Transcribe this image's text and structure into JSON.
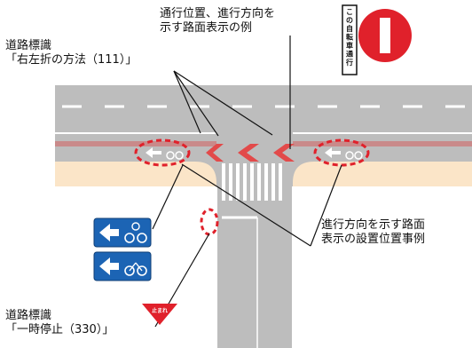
{
  "labels": {
    "road_sign_turn": {
      "line1": "道路標識",
      "line2": "「右左折の方法（111）」"
    },
    "pavement_example": {
      "line1": "通行位置、進行方向を",
      "line2": "示す路面表示の例"
    },
    "placement_example": {
      "line1": "進行方向を示す路面",
      "line2": "表示の設置位置事例"
    },
    "road_sign_stop": {
      "line1": "道路標識",
      "line2": "「一時停止（330）」"
    }
  },
  "signs": {
    "vertical_sign_text": "この自転車通行",
    "stop_sign_text": "止まれ",
    "colors": {
      "no_entry_red": "#e0212b",
      "blue_sign": "#1c64b4",
      "stop_red": "#e0212b"
    }
  },
  "colors": {
    "road": "#bdbdbd",
    "sidewalk": "#fbe5c8",
    "bike_lane": "#c98a8a",
    "marking_red": "#e24a4a",
    "highlight_red": "#e0212b"
  }
}
